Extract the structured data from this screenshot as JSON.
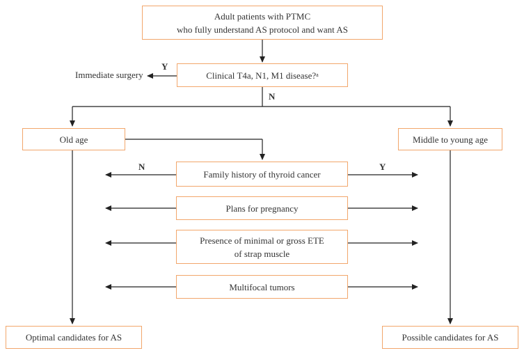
{
  "start": {
    "line1": "Adult patients with PTMC",
    "line2": "who fully understand AS protocol and want AS"
  },
  "question": {
    "text": "Clinical T4a, N1, M1 disease?",
    "footnote": "a"
  },
  "yes_outcome": "Immediate surgery",
  "labels": {
    "yes": "Y",
    "no": "N"
  },
  "branches": {
    "old": "Old age",
    "young": "Middle to young age"
  },
  "factors": [
    {
      "line1": "Family history of thyroid cancer"
    },
    {
      "line1": "Plans for pregnancy"
    },
    {
      "line1": "Presence of minimal or gross ETE",
      "line2": "of strap muscle"
    },
    {
      "line1": "Multifocal tumors"
    }
  ],
  "outcomes": {
    "optimal": "Optimal candidates for AS",
    "possible": "Possible candidates for AS"
  },
  "colors": {
    "box_border": "#f2a66b",
    "line": "#222222",
    "text": "#333333"
  }
}
